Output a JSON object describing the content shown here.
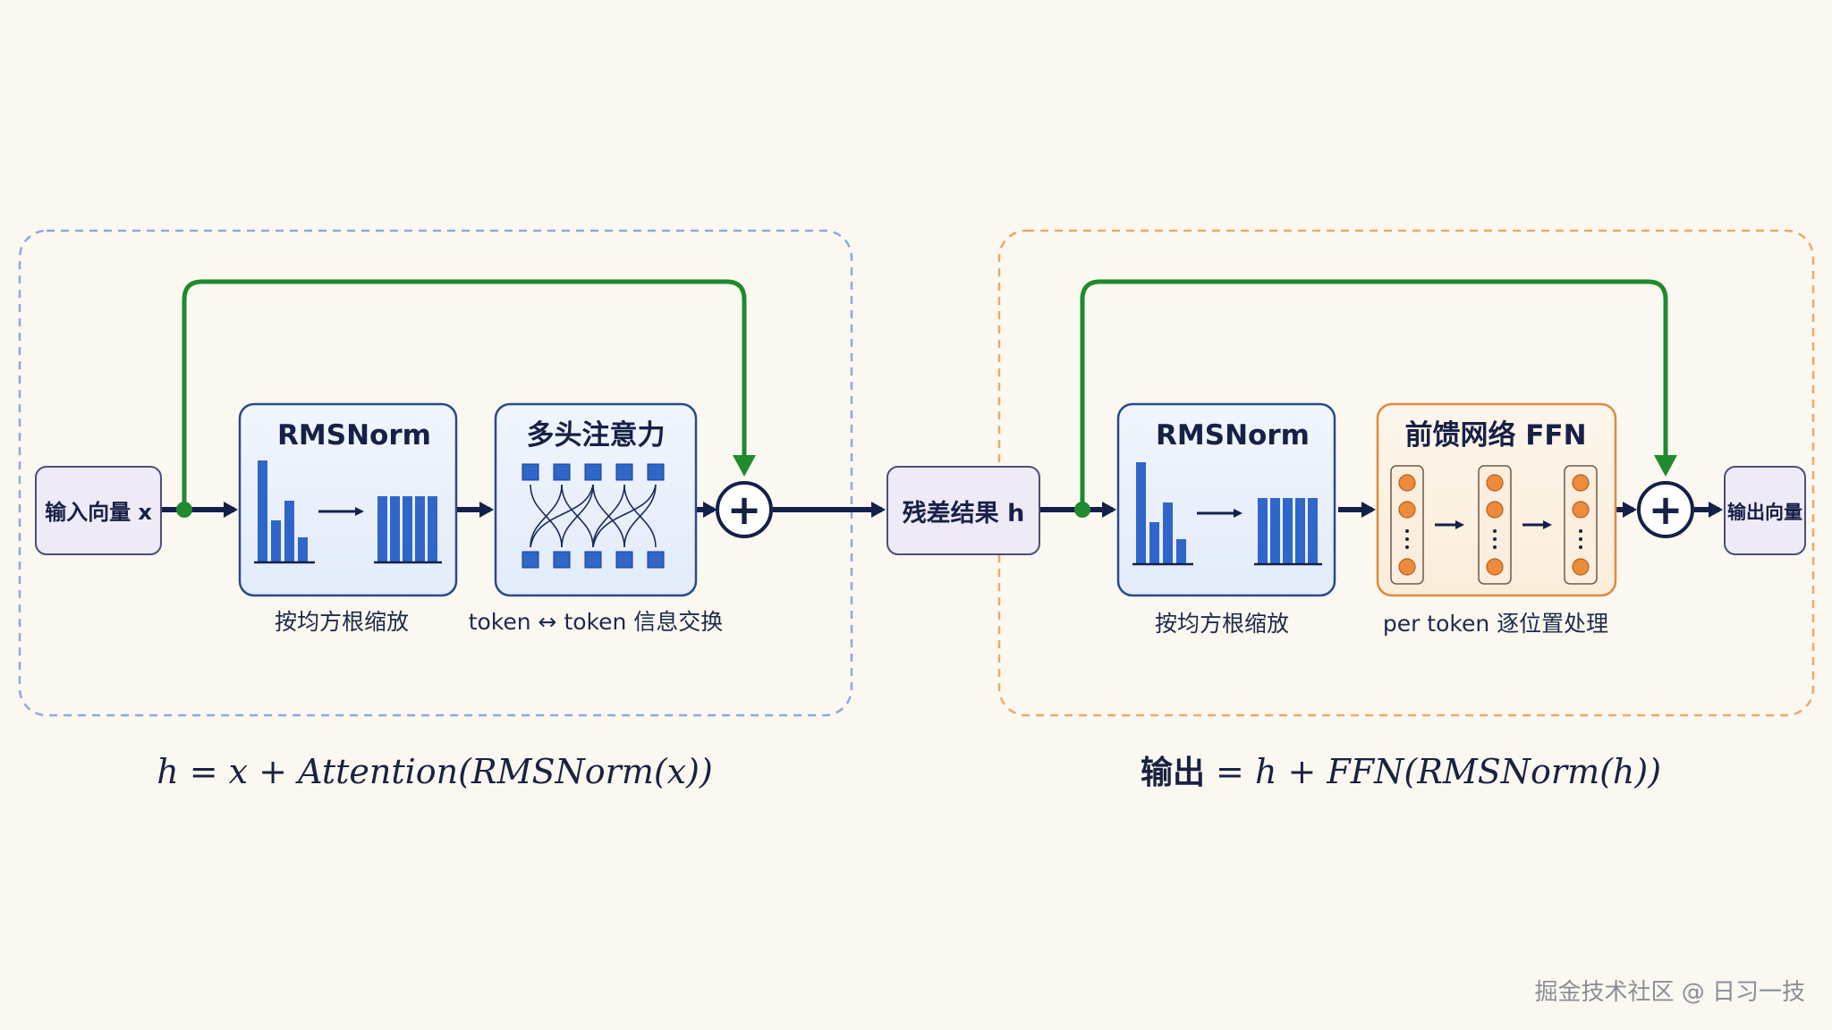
{
  "block1": {
    "input_label": "输入向量 x",
    "norm_title": "RMSNorm",
    "norm_caption": "按均方根缩放",
    "attn_title": "多头注意力",
    "attn_caption": "token ↔ token 信息交换"
  },
  "residual_label": "残差结果 h",
  "block2": {
    "norm_title": "RMSNorm",
    "norm_caption": "按均方根缩放",
    "ffn_title": "前馈网络 FFN",
    "ffn_caption": "per token 逐位置处理",
    "output_label": "输出向量"
  },
  "plus_symbol": "+",
  "equation1": "h = x + Attention(RMSNorm(x))",
  "equation2_cjk": "输出",
  "equation2_rest": " = h + FFN(RMSNorm(h))",
  "watermark": "掘金技术社区 @ 日习一技",
  "colors": {
    "background": "#fbf8f1",
    "attention_block_border": "#8ea8e0",
    "ffn_block_border": "#eda86a",
    "residual_path": "#1f8a2e",
    "main_flow": "#14204a",
    "bar_fill": "#2f66c9",
    "ffn_node": "#ee8a3c"
  }
}
